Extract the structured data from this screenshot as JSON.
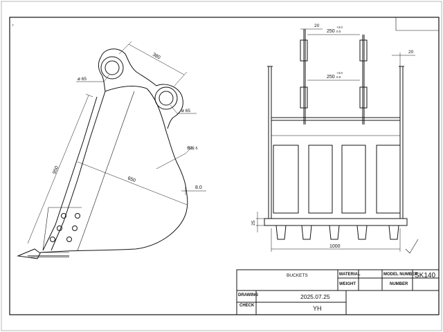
{
  "side_view": {
    "dim_pin_spacing": "380",
    "dim_pin_dia_top": "ø 65",
    "dim_pin_dia_bottom": "ø 65",
    "dim_height": "950",
    "dim_depth": "650",
    "dim_plate": "8.0",
    "side_plate_note": "側板 6"
  },
  "front_view": {
    "dim_lug_thickness": "20",
    "dim_lug_spacing_top": "250",
    "dim_tol_top_upper": "+3.0",
    "dim_tol_top_lower": "0.0",
    "dim_lug_spacing_mid": "250",
    "dim_tol_mid_upper": "+3.0",
    "dim_tol_mid_lower": "0.0",
    "dim_side_thickness": "20",
    "dim_edge_height": "25",
    "dim_width": "1000"
  },
  "title_block": {
    "title": "BUCKETS",
    "material_label": "MATERIAL",
    "weight_label": "WEIGHT",
    "model_label": "MODEL NUMBER",
    "model_value": "SK140",
    "number_label": "NUMBER",
    "drawing_label": "DRAWING",
    "drawing_date": "2025.07.25",
    "check_label": "CHECK",
    "check_value": "YH"
  }
}
